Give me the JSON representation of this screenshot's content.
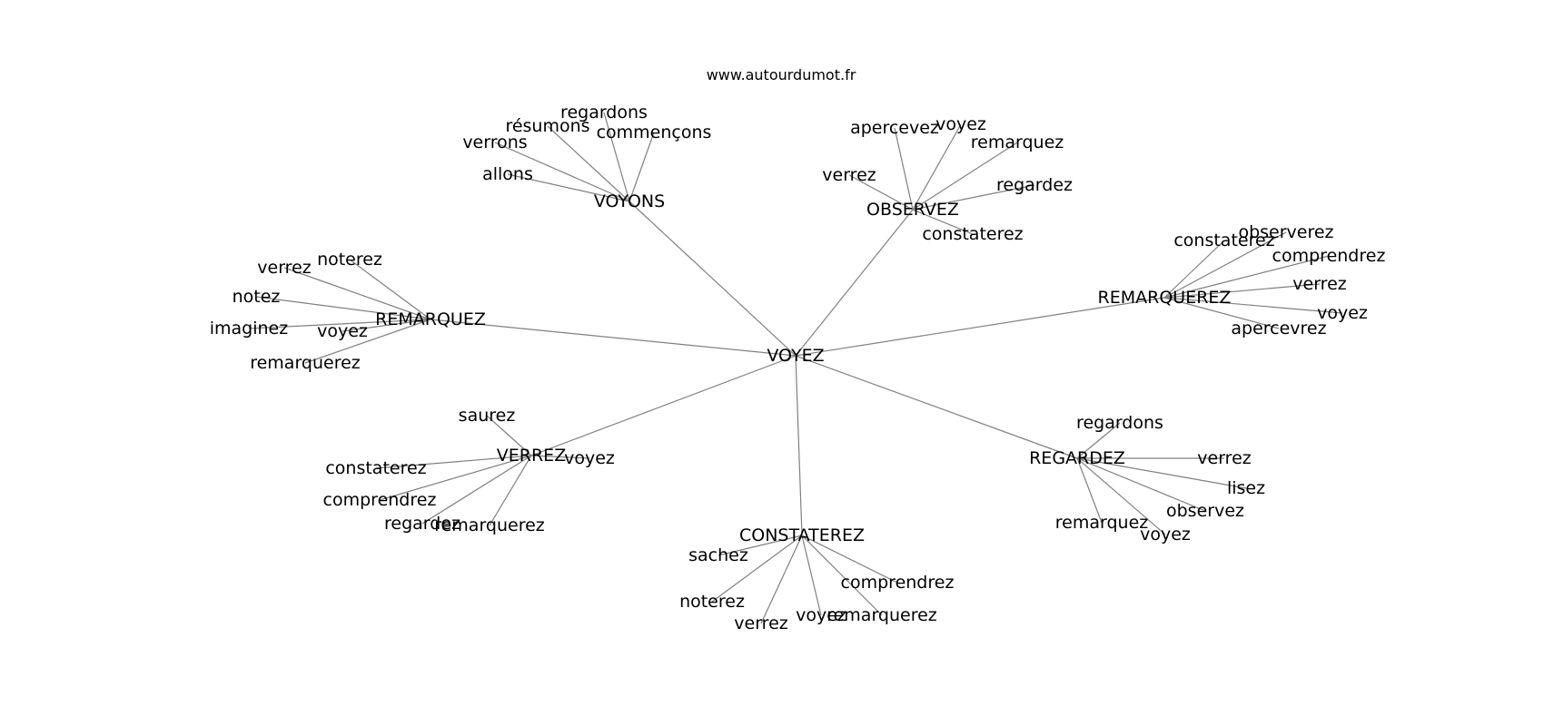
{
  "header": {
    "site": "www.autourdumot.fr"
  },
  "colors": {
    "edge": "#808080",
    "text": "#000000",
    "background": "#ffffff"
  },
  "graph": {
    "center": "VOYEZ",
    "hubs": [
      {
        "label": "VOYONS",
        "leaves": [
          "regardons",
          "résumons",
          "commençons",
          "verrons",
          "allons"
        ]
      },
      {
        "label": "OBSERVEZ",
        "leaves": [
          "apercevez",
          "voyez",
          "remarquez",
          "verrez",
          "regardez",
          "constaterez"
        ]
      },
      {
        "label": "REMARQUEREZ",
        "leaves": [
          "constaterez",
          "observerez",
          "comprendrez",
          "verrez",
          "voyez",
          "apercevrez"
        ]
      },
      {
        "label": "REMARQUEZ",
        "leaves": [
          "noterez",
          "verrez",
          "notez",
          "imaginez",
          "voyez",
          "remarquerez"
        ]
      },
      {
        "label": "VERREZ",
        "leaves": [
          "saurez",
          "voyez",
          "constaterez",
          "comprendrez",
          "regardez",
          "remarquerez"
        ]
      },
      {
        "label": "CONSTATEREZ",
        "leaves": [
          "sachez",
          "comprendrez",
          "noterez",
          "verrez",
          "voyez",
          "remarquerez"
        ]
      },
      {
        "label": "REGARDEZ",
        "leaves": [
          "regardons",
          "verrez",
          "lisez",
          "observez",
          "remarquez",
          "voyez"
        ]
      }
    ]
  }
}
